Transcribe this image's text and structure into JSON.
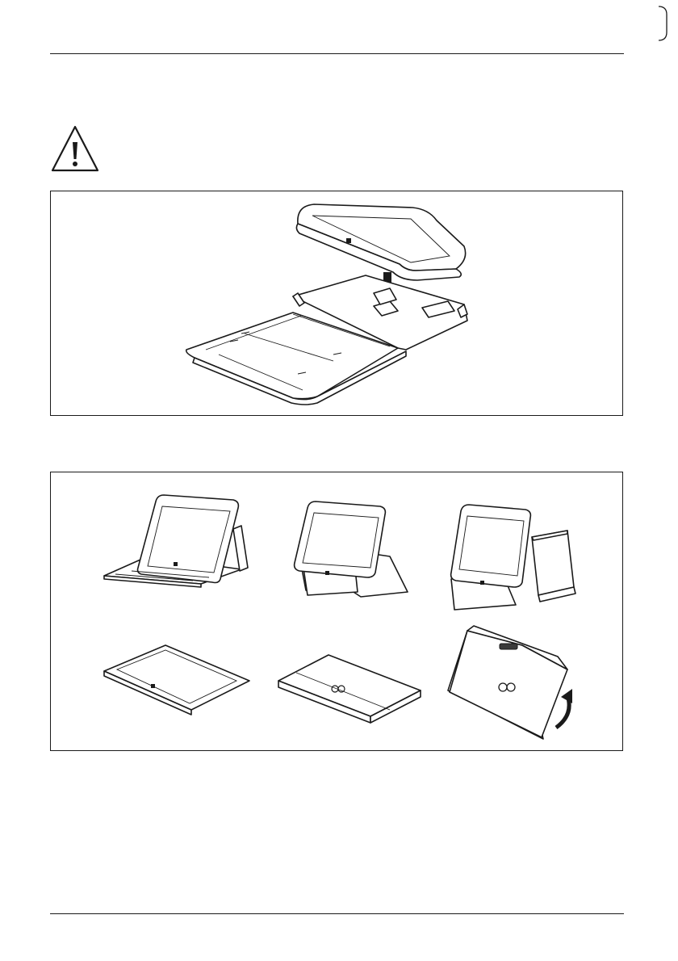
{
  "page": {
    "page_number": "",
    "icons": {
      "warning": "warning-triangle-icon"
    }
  },
  "figure_1": {
    "description_icon": "tablet-insert-into-case-illustration"
  },
  "figure_2": {
    "panels": [
      "stand-mode-with-case",
      "cradle-mode-with-case",
      "cradle-mode-with-stand",
      "flat-mode",
      "closed-case",
      "case-back-stand"
    ]
  }
}
